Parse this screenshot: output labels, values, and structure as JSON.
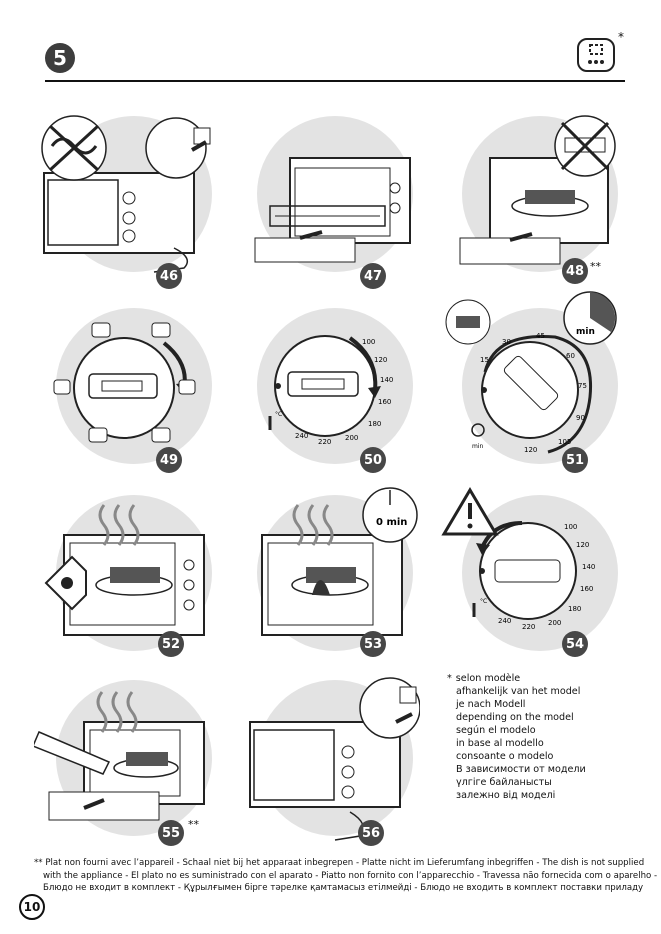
{
  "header": {
    "step_number": "5",
    "mode_icon": "cooking-mode-icon",
    "asterisk": "*"
  },
  "panels": [
    {
      "number": "46",
      "scene": "unplugged-oven",
      "note": ""
    },
    {
      "number": "47",
      "scene": "insert-rack",
      "note": ""
    },
    {
      "number": "48",
      "scene": "insert-dish",
      "note": "**"
    },
    {
      "number": "49",
      "scene": "mode-selector",
      "note": ""
    },
    {
      "number": "50",
      "scene": "temperature-selector",
      "note": ""
    },
    {
      "number": "51",
      "scene": "timer-selector",
      "note": ""
    },
    {
      "number": "52",
      "scene": "preheating-view",
      "note": ""
    },
    {
      "number": "53",
      "scene": "cooking-end",
      "note": ""
    },
    {
      "number": "54",
      "scene": "warning-reset-dial",
      "note": ""
    },
    {
      "number": "55",
      "scene": "remove-dish",
      "note": "**"
    },
    {
      "number": "56",
      "scene": "unplug",
      "note": ""
    }
  ],
  "dials": {
    "temperature": [
      "100",
      "120",
      "140",
      "160",
      "180",
      "200",
      "220",
      "240"
    ],
    "timer": [
      "15",
      "30",
      "45",
      "60",
      "75",
      "90",
      "105",
      "120"
    ],
    "timer_unit": "min",
    "timer_badge": "min",
    "end_timer": "0 min",
    "degree_symbol": "°C"
  },
  "legend": {
    "marker": "*",
    "lines": [
      "selon modèle",
      "afhankelijk van het model",
      "je nach Modell",
      "depending on the model",
      "según el modelo",
      "in base al modello",
      "consoante o modelo",
      "В зависимости от модели",
      "үлгіге байланысты",
      "залежно від моделі"
    ]
  },
  "footnote": {
    "line1": "** Plat non fourni avec l’appareil - Schaal niet bij het apparaat inbegrepen - Platte nicht im Lieferumfang inbegriffen - The dish is not supplied",
    "line2": "with the appliance - El plato no es suministrado con el aparato - Piatto non fornito con l’apparecchio - Travessa não fornecida com o aparelho -",
    "line3": "Блюдо не входит в комплект - Құрылғымен бірге тәрелке қамтамасыз етілмейді - Блюдо не входить в комплект поставки приладу"
  },
  "page_number": "10"
}
